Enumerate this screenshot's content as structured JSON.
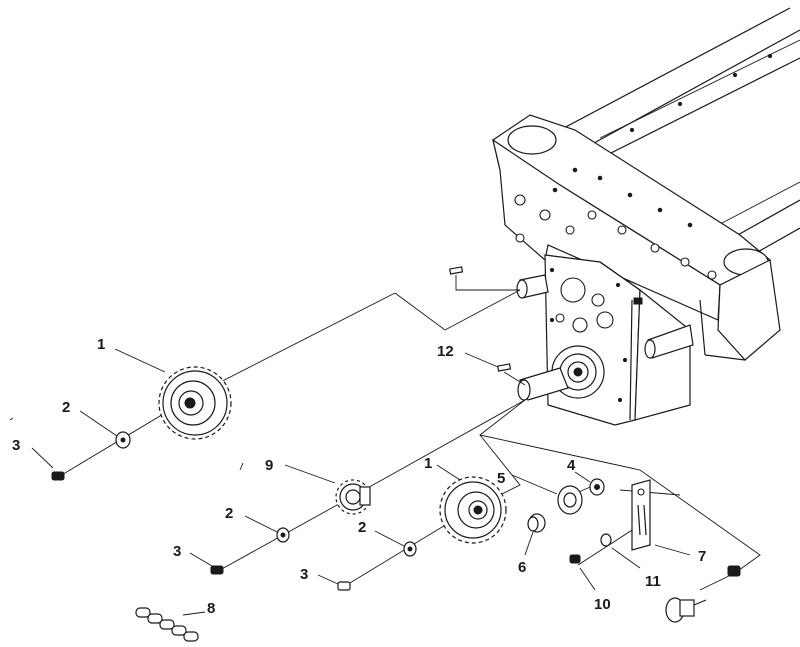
{
  "callouts": [
    {
      "id": "c1a",
      "text": "1"
    },
    {
      "id": "c1b",
      "text": "1"
    },
    {
      "id": "c2a",
      "text": "2"
    },
    {
      "id": "c2b",
      "text": "2"
    },
    {
      "id": "c2c",
      "text": "2"
    },
    {
      "id": "c3a",
      "text": "3"
    },
    {
      "id": "c3b",
      "text": "3"
    },
    {
      "id": "c3c",
      "text": "3"
    },
    {
      "id": "c4",
      "text": "4"
    },
    {
      "id": "c5",
      "text": "5"
    },
    {
      "id": "c6",
      "text": "6"
    },
    {
      "id": "c7",
      "text": "7"
    },
    {
      "id": "c8",
      "text": "8"
    },
    {
      "id": "c9",
      "text": "9"
    },
    {
      "id": "c10",
      "text": "10"
    },
    {
      "id": "c11",
      "text": "11"
    },
    {
      "id": "c12",
      "text": "12"
    }
  ],
  "colors": {
    "ink": "#1a1a1a",
    "paper": "#ffffff"
  }
}
